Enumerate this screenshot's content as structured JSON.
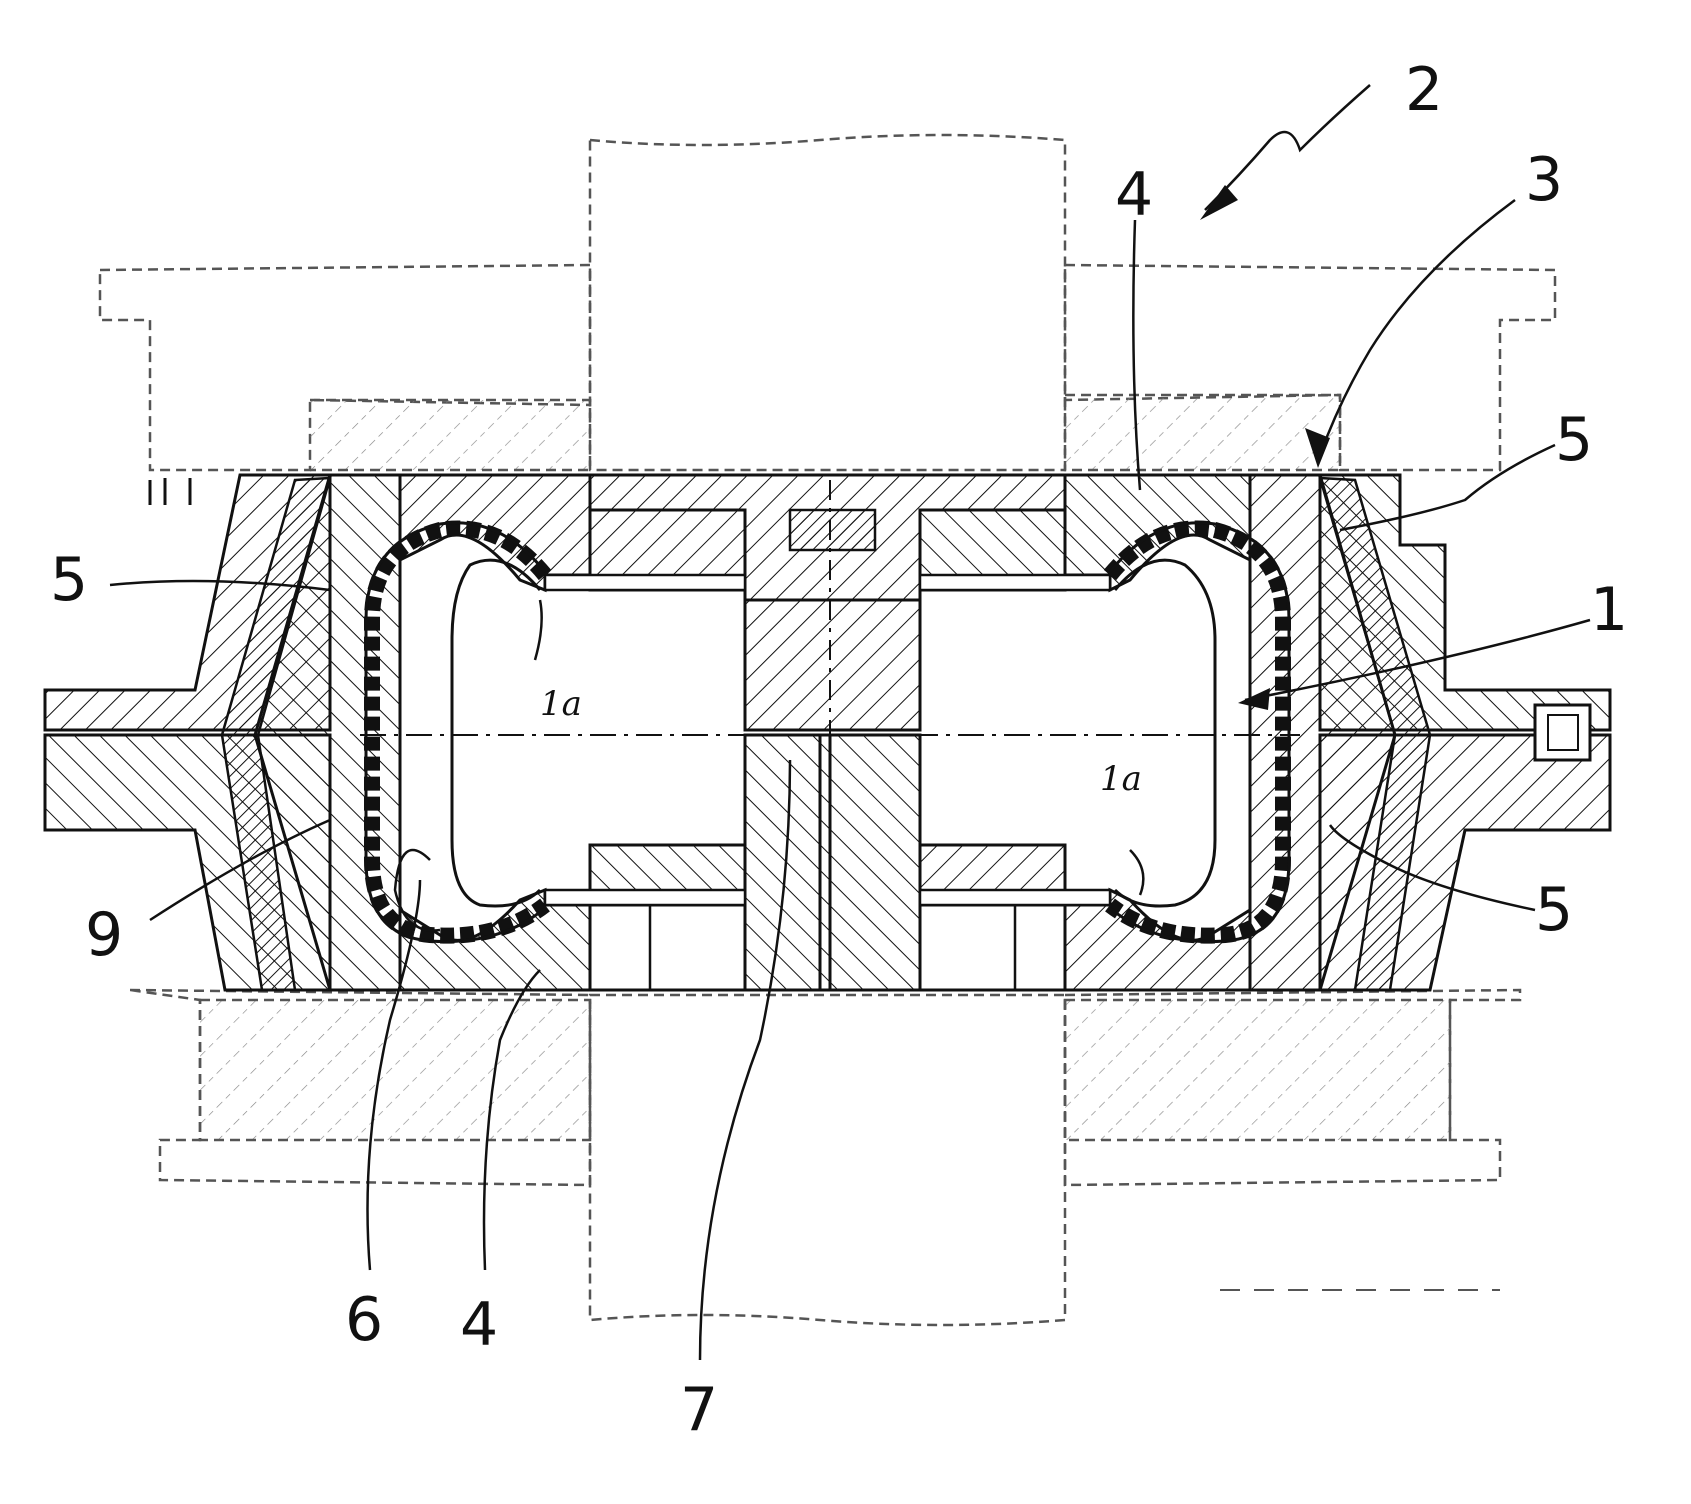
{
  "figure": {
    "colors": {
      "ink": "#111111",
      "dashed": "#555555",
      "paper": "#ffffff",
      "elastomer": "#111111"
    },
    "labels": {
      "ref_1": "1",
      "ref_1a_left": "1a",
      "ref_1a_right": "1a",
      "ref_2": "2",
      "ref_3": "3",
      "ref_4_top": "4",
      "ref_4_bottom": "4",
      "ref_5_left": "5",
      "ref_5_right_top": "5",
      "ref_5_right_bottom": "5",
      "ref_6": "6",
      "ref_7": "7",
      "ref_9": "9"
    }
  }
}
